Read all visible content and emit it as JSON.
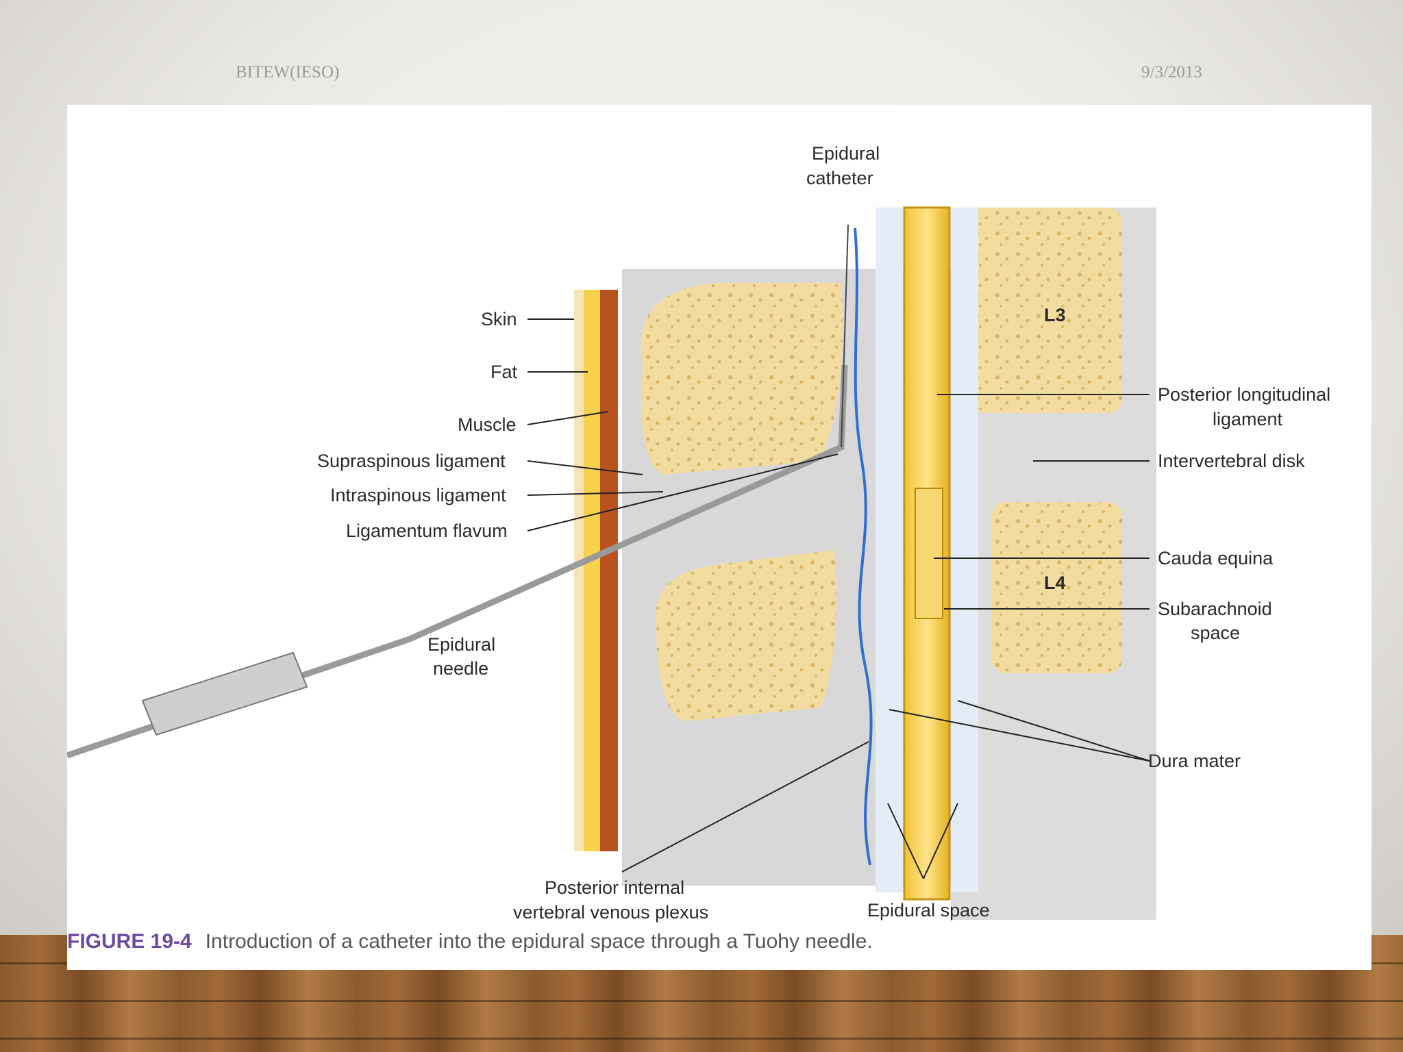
{
  "header": {
    "left": "BITEW(IESO)",
    "right": "9/3/2013"
  },
  "figure": {
    "caption_number": "FIGURE 19-4",
    "caption_text": "Introduction of a catheter into the epidural space through a Tuohy needle."
  },
  "labels": {
    "epidural_catheter": [
      "Epidural",
      "catheter"
    ],
    "skin": "Skin",
    "fat": "Fat",
    "muscle": "Muscle",
    "supraspinous": "Supraspinous ligament",
    "intraspinous": "Intraspinous ligament",
    "ligamentum_flavum": "Ligamentum flavum",
    "epidural_needle": [
      "Epidural",
      "needle"
    ],
    "posterior_longitudinal": [
      "Posterior longitudinal",
      "ligament"
    ],
    "intervertebral_disk": "Intervertebral disk",
    "cauda_equina": "Cauda equina",
    "subarachnoid": [
      "Subarachnoid",
      "space"
    ],
    "dura_mater": "Dura mater",
    "posterior_plexus": [
      "Posterior internal",
      "vertebral venous plexus"
    ],
    "epidural_space": "Epidural space",
    "l3": "L3",
    "l4": "L4"
  }
}
